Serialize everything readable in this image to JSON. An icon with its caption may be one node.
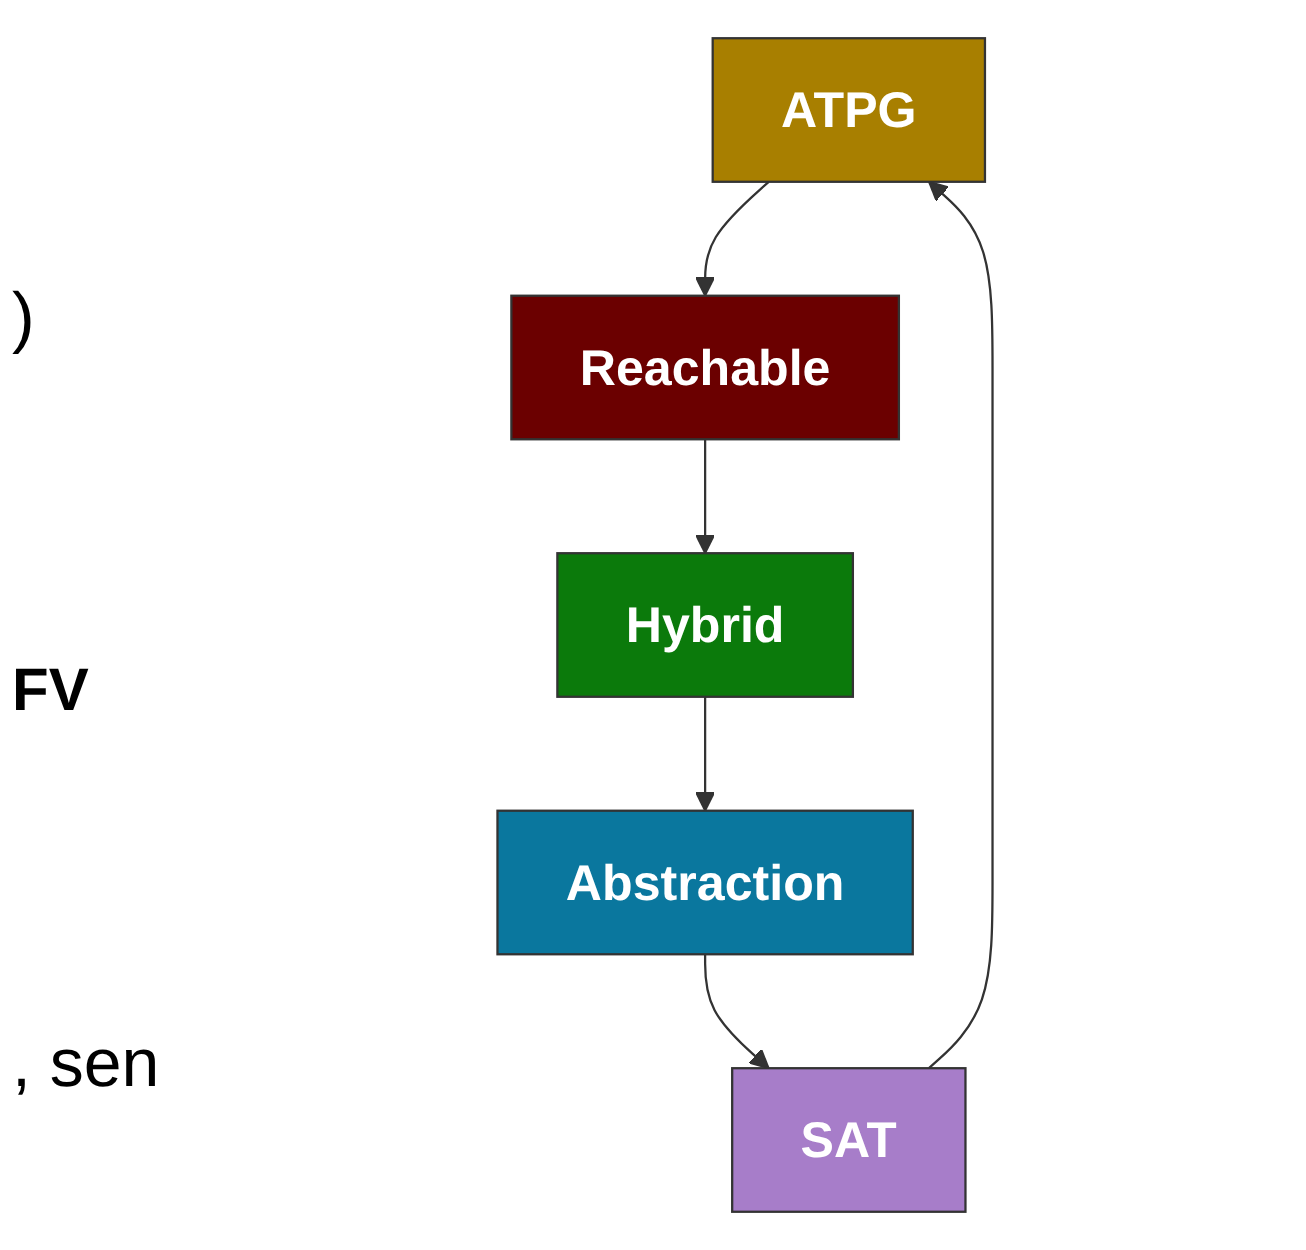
{
  "diagram": {
    "nodes": [
      {
        "text": [
          "ATPG"
        ]
      },
      {
        "text": [
          "Reachable"
        ]
      },
      {
        "text": [
          "SAT"
        ]
      },
      {
        "text": [
          "Hybrid"
        ]
      },
      {
        "text": [
          "Abstraction"
        ]
      }
    ],
    "edges": [
      {
        "from": 0,
        "to": 1,
        "arrow": "to"
      },
      {
        "from": 1,
        "to": 3,
        "arrow": "to"
      },
      {
        "from": 3,
        "to": 4,
        "arrow": "to"
      },
      {
        "from": 4,
        "to": 2,
        "arrow": "to"
      },
      {
        "from": 2,
        "to": 0,
        "arrow": "to"
      }
    ],
    "labels": [
      ")",
      "FV",
      ", sen"
    ]
  }
}
